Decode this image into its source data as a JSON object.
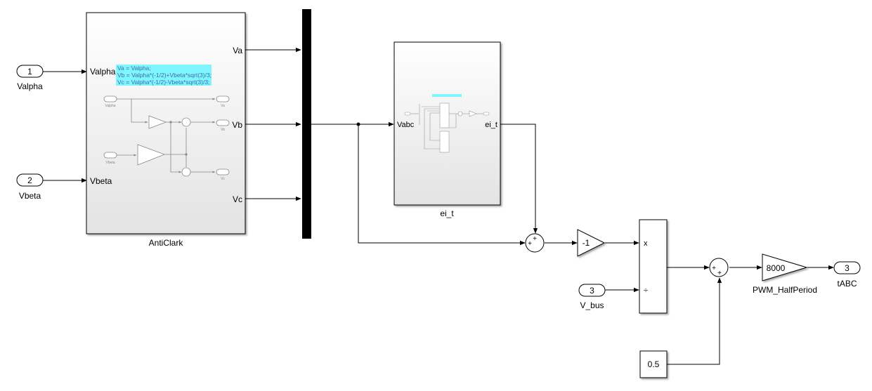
{
  "inports": [
    {
      "num": "1",
      "name": "Valpha"
    },
    {
      "num": "2",
      "name": "Vbeta"
    },
    {
      "num": "3",
      "name": "V_bus"
    }
  ],
  "outport": {
    "num": "3",
    "name": "tABC"
  },
  "anticlark": {
    "name": "AntiClark",
    "in_ports": [
      "Valpha",
      "Vbeta"
    ],
    "out_ports": [
      "Va",
      "Vb",
      "Vc"
    ],
    "annotation": [
      "Va = Valpha;",
      "Vb = Valpha*(-1/2)+Vbeta*sqrt(3)/3;",
      "Vc = Valpha*(-1/2)-Vbeta*sqrt(3)/3;"
    ],
    "preview_labels": [
      "Valpha",
      "Vbeta",
      "Va",
      "Vb",
      "Vc"
    ]
  },
  "ei_t": {
    "name": "ei_t",
    "in_port": "Vabc",
    "out_port": "ei_t"
  },
  "gain_neg": {
    "value": "-1"
  },
  "divide": {
    "mul": "x",
    "div": "÷"
  },
  "constant": {
    "value": "0.5"
  },
  "pwm_gain": {
    "value": "8000",
    "name": "PWM_HalfPeriod"
  },
  "sum_signs": {
    "top": "+",
    "left": "+",
    "bottom": "+"
  },
  "colors": {
    "block_fill": "#ffffff",
    "subsystem_grad": "#e6e6e6",
    "annotation": "#7ff5ff",
    "line": "#000000"
  }
}
